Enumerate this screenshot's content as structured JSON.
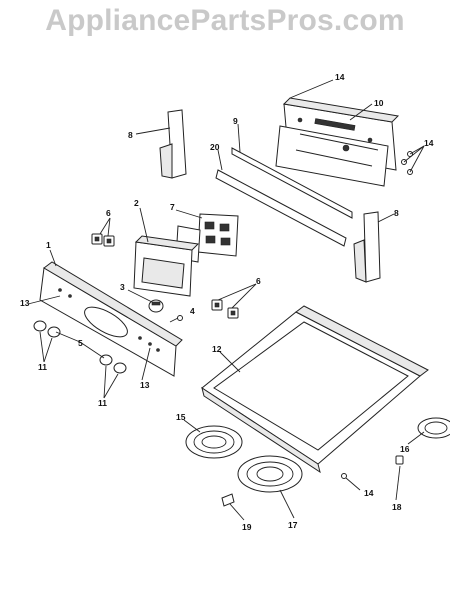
{
  "watermark": "AppliancePartsPros.com",
  "callouts": {
    "c1": "1",
    "c2": "2",
    "c3": "3",
    "c4": "4",
    "c5": "5",
    "c6a": "6",
    "c6b": "6",
    "c7": "7",
    "c8a": "8",
    "c8b": "8",
    "c9": "9",
    "c10": "10",
    "c11a": "11",
    "c11b": "11",
    "c12": "12",
    "c13a": "13",
    "c13b": "13",
    "c14a": "14",
    "c14b": "14",
    "c14c": "14",
    "c15": "15",
    "c16": "16",
    "c17": "17",
    "c18": "18",
    "c19": "19",
    "c20": "20"
  }
}
